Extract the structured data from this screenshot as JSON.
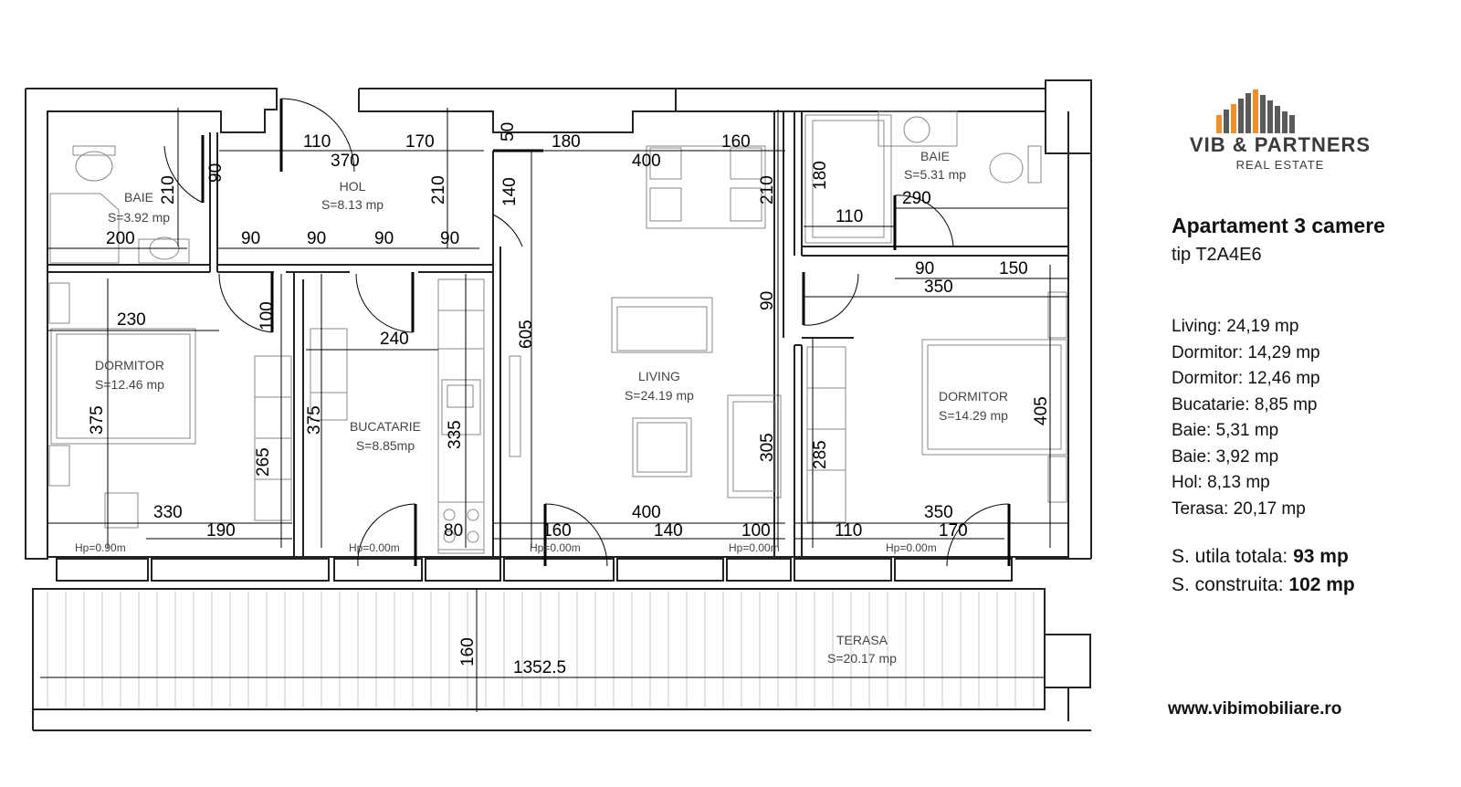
{
  "brand": {
    "name": "VIB & PARTNERS",
    "subtitle": "REAL ESTATE",
    "colors": {
      "bars_dark": "#5a5a5a",
      "bars_accent": "#f0902a"
    }
  },
  "listing": {
    "title": "Apartament 3 camere",
    "type": "tip T2A4E6"
  },
  "areas": [
    "Living: 24,19 mp",
    "Dormitor: 14,29 mp",
    "Dormitor: 12,46 mp",
    "Bucatarie: 8,85 mp",
    "Baie: 5,31 mp",
    "Baie: 3,92 mp",
    "Hol: 8,13 mp",
    "Terasa: 20,17 mp"
  ],
  "totals": {
    "utila_label": "S. utila totala: ",
    "utila_value": "93 mp",
    "construita_label": "S. construita: ",
    "construita_value": "102 mp"
  },
  "website": "www.vibimobiliare.ro",
  "plan": {
    "rooms": [
      {
        "name": "BAIE",
        "area": "S=3.92  mp"
      },
      {
        "name": "HOL",
        "area": "S=8.13  mp"
      },
      {
        "name": "BAIE",
        "area": "S=5.31  mp"
      },
      {
        "name": "DORMITOR",
        "area": "S=12.46  mp"
      },
      {
        "name": "BUCATARIE",
        "area": "S=8.85mp"
      },
      {
        "name": "LIVING",
        "area": "S=24.19  mp"
      },
      {
        "name": "DORMITOR",
        "area": "S=14.29  mp"
      },
      {
        "name": "TERASA",
        "area": "S=20.17  mp"
      }
    ],
    "hp_labels": [
      "Hp=0.90m",
      "Hp=0.00m",
      "Hp=0.00m",
      "Hp=0.00m",
      "Hp=0.00m"
    ],
    "dimensions": [
      "110",
      "370",
      "170",
      "50",
      "180",
      "400",
      "160",
      "90",
      "210",
      "210",
      "140",
      "210",
      "180",
      "290",
      "110",
      "200",
      "90",
      "90",
      "90",
      "90",
      "90",
      "150",
      "350",
      "230",
      "100",
      "240",
      "605",
      "90",
      "375",
      "375",
      "335",
      "265",
      "305",
      "285",
      "405",
      "330",
      "190",
      "80",
      "160",
      "400",
      "140",
      "100",
      "350",
      "110",
      "170",
      "160",
      "1352.5"
    ]
  }
}
